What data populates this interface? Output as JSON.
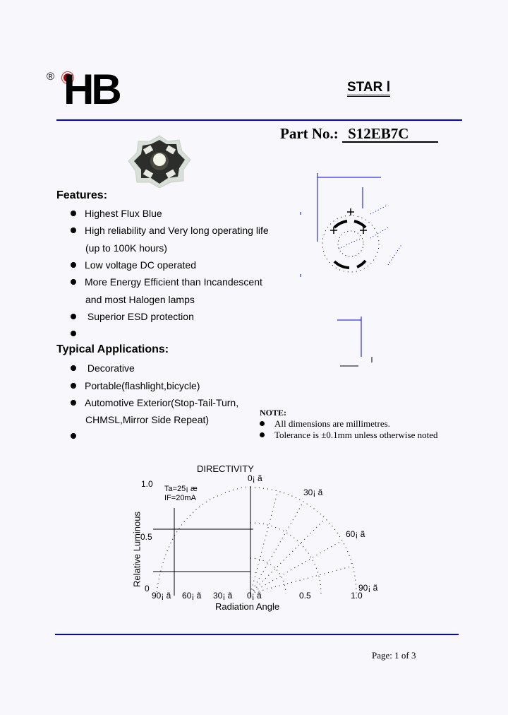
{
  "header": {
    "logo_registered": "®",
    "logo_text": "HB",
    "series": "STAR Ⅰ",
    "part_label": "Part No.:",
    "part_number": "S12EB7C",
    "brand_color": "#0000ee"
  },
  "features": {
    "title": "Features:",
    "items": [
      {
        "label": "Highest Flux Blue"
      },
      {
        "label": "High reliability and Very long operating life",
        "cont": "(up to 100K hours)"
      },
      {
        "label": "Low voltage DC operated"
      },
      {
        "label": "More Energy Efficient than Incandescent",
        "cont": "and most Halogen lamps"
      },
      {
        "label": " Superior ESD protection"
      },
      {
        "label": ""
      }
    ]
  },
  "applications": {
    "title": "Typical Applications:",
    "items": [
      {
        "label": " Decorative"
      },
      {
        "label": "Portable(flashlight,bicycle)"
      },
      {
        "label": "Automotive Exterior(Stop-Tail-Turn,",
        "cont": "CHMSL,Mirror Side Repeat)"
      },
      {
        "label": ""
      }
    ]
  },
  "note": {
    "title": "NOTE:",
    "items": [
      "All dimensions are millimetres.",
      "Tolerance is ±0.1mm unless otherwise noted"
    ]
  },
  "chart": {
    "title": "DIRECTIVITY",
    "ylabel": "Relative Luminous",
    "xlabel": "Radiation Angle",
    "conditions": [
      "Ta=25¡ æ",
      "IF=20mA"
    ],
    "y_ticks": [
      "1.0",
      "0.5",
      "0"
    ],
    "left_angle_ticks": [
      "90¡ ã",
      "60¡ ã",
      "30¡ ã",
      "0¡ ã"
    ],
    "right_value_ticks": [
      "0.5",
      "1.0"
    ],
    "polar_angle_labels": [
      "0¡ ã",
      "30¡ ã",
      "60¡ ã",
      "90¡ ã"
    ]
  },
  "footer": {
    "page": "Page: 1 of 3"
  }
}
